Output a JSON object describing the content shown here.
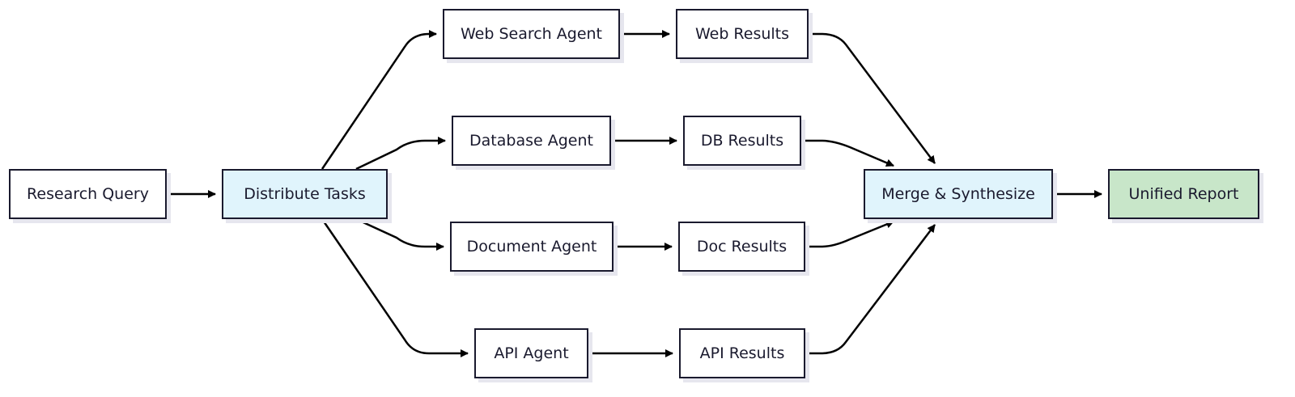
{
  "diagram": {
    "nodes": {
      "research_query": "Research Query",
      "distribute_tasks": "Distribute Tasks",
      "web_search_agent": "Web Search Agent",
      "web_results": "Web Results",
      "database_agent": "Database Agent",
      "db_results": "DB Results",
      "document_agent": "Document Agent",
      "doc_results": "Doc Results",
      "api_agent": "API Agent",
      "api_results": "API Results",
      "merge_synthesize": "Merge & Synthesize",
      "unified_report": "Unified Report"
    },
    "edges": [
      [
        "research_query",
        "distribute_tasks"
      ],
      [
        "distribute_tasks",
        "web_search_agent"
      ],
      [
        "distribute_tasks",
        "database_agent"
      ],
      [
        "distribute_tasks",
        "document_agent"
      ],
      [
        "distribute_tasks",
        "api_agent"
      ],
      [
        "web_search_agent",
        "web_results"
      ],
      [
        "database_agent",
        "db_results"
      ],
      [
        "document_agent",
        "doc_results"
      ],
      [
        "api_agent",
        "api_results"
      ],
      [
        "web_results",
        "merge_synthesize"
      ],
      [
        "db_results",
        "merge_synthesize"
      ],
      [
        "doc_results",
        "merge_synthesize"
      ],
      [
        "api_results",
        "merge_synthesize"
      ],
      [
        "merge_synthesize",
        "unified_report"
      ]
    ],
    "colors": {
      "stroke": "#1a1a2e",
      "default_fill": "#ffffff",
      "process_fill": "#e0f4fc",
      "output_fill": "#c8e6c9"
    }
  }
}
